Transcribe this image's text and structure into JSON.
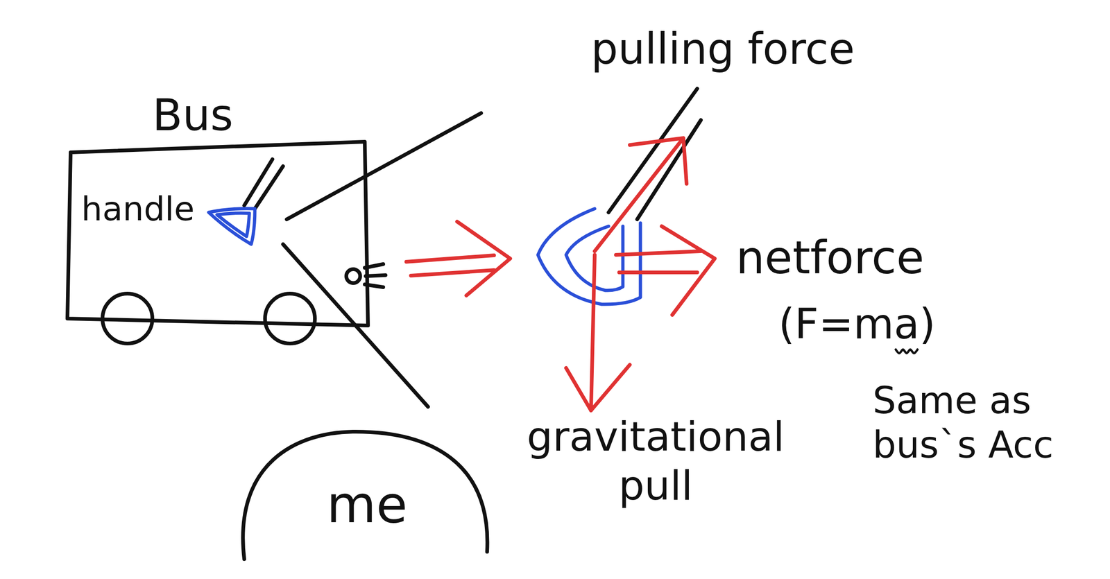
{
  "diagram": {
    "nodes": [
      {
        "text": [
          "Bus",
          "handle"
        ]
      },
      {
        "text": [
          "me"
        ]
      }
    ],
    "labels": [
      "pulling force",
      "netforce",
      "(F=ma)",
      "Same as bus`s Acc",
      "gravitational pull"
    ]
  }
}
